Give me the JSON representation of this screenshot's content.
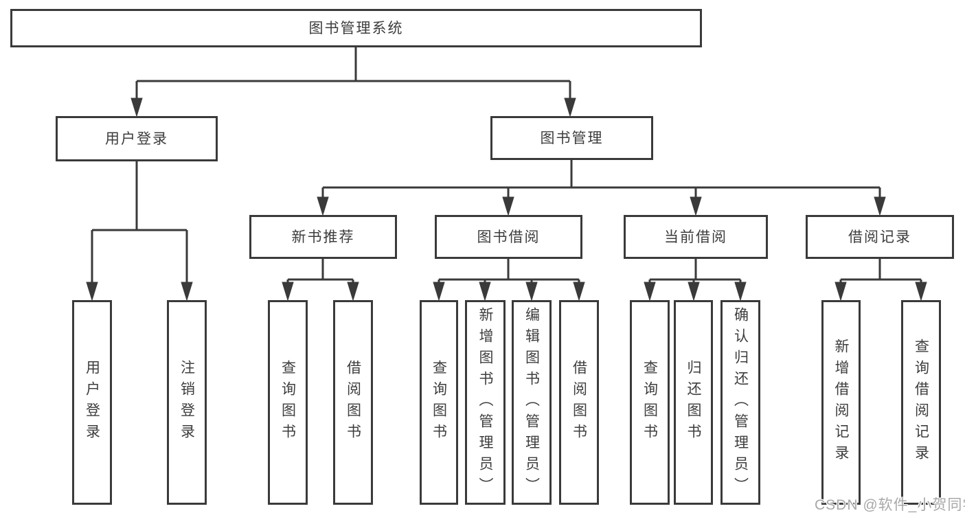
{
  "diagram": {
    "title": "图书管理系统",
    "nodes": {
      "root": "图书管理系统",
      "user_login": "用户登录",
      "book_mgmt": "图书管理",
      "new_book_rec": "新书推荐",
      "book_borrow": "图书借阅",
      "current_borrow": "当前借阅",
      "borrow_record": "借阅记录",
      "leaf_user_login": "用户登录",
      "leaf_logout": "注销登录",
      "leaf_nbr_query": "查询图书",
      "leaf_nbr_borrow": "借阅图书",
      "leaf_bb_query": "查询图书",
      "leaf_bb_add": "新增图书（管理员）",
      "leaf_bb_edit": "编辑图书（管理员）",
      "leaf_bb_borrow": "借阅图书",
      "leaf_cb_query": "查询图书",
      "leaf_cb_return": "归还图书",
      "leaf_cb_confirm": "确认归还（管理员）",
      "leaf_br_add": "新增借阅记录",
      "leaf_br_query": "查询借阅记录"
    },
    "edges": [
      [
        "root",
        "user_login"
      ],
      [
        "root",
        "book_mgmt"
      ],
      [
        "user_login",
        "leaf_user_login"
      ],
      [
        "user_login",
        "leaf_logout"
      ],
      [
        "book_mgmt",
        "new_book_rec"
      ],
      [
        "book_mgmt",
        "book_borrow"
      ],
      [
        "book_mgmt",
        "current_borrow"
      ],
      [
        "book_mgmt",
        "borrow_record"
      ],
      [
        "new_book_rec",
        "leaf_nbr_query"
      ],
      [
        "new_book_rec",
        "leaf_nbr_borrow"
      ],
      [
        "book_borrow",
        "leaf_bb_query"
      ],
      [
        "book_borrow",
        "leaf_bb_add"
      ],
      [
        "book_borrow",
        "leaf_bb_edit"
      ],
      [
        "book_borrow",
        "leaf_bb_borrow"
      ],
      [
        "current_borrow",
        "leaf_cb_query"
      ],
      [
        "current_borrow",
        "leaf_cb_return"
      ],
      [
        "current_borrow",
        "leaf_cb_confirm"
      ],
      [
        "borrow_record",
        "leaf_br_add"
      ],
      [
        "borrow_record",
        "leaf_br_query"
      ]
    ]
  },
  "watermark": {
    "text": "CSDN @软件_小贺同学"
  },
  "colors": {
    "line": "#3a3a3a",
    "text": "#3d3d3d",
    "watermark": "#a8a8a8",
    "background": "#ffffff"
  }
}
